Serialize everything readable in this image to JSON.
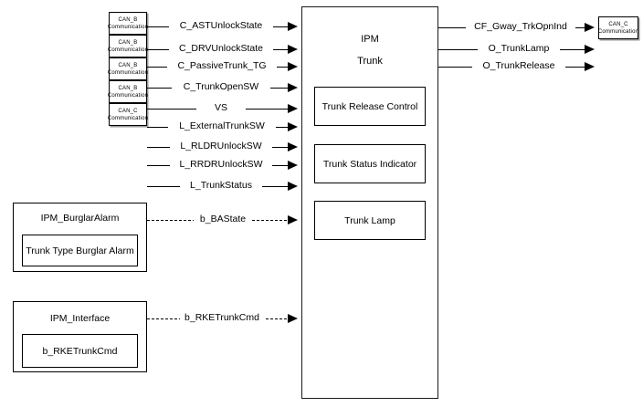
{
  "diagram": {
    "title": "IPM Trunk block diagram",
    "ipm": {
      "name": "IPM",
      "subtitle": "Trunk",
      "sub_blocks": [
        {
          "label": "Trunk Release Control"
        },
        {
          "label": "Trunk Status Indicator"
        },
        {
          "label": "Trunk Lamp"
        }
      ]
    },
    "left_sources": [
      {
        "line1": "CAN_B",
        "line2": "Communication"
      },
      {
        "line1": "CAN_B",
        "line2": "Communication"
      },
      {
        "line1": "CAN_B",
        "line2": "Communication"
      },
      {
        "line1": "CAN_B",
        "line2": "Communication"
      },
      {
        "line1": "CAN_C",
        "line2": "Communication"
      }
    ],
    "right_sink": {
      "line1": "CAN_C",
      "line2": "Communication"
    },
    "inputs": [
      {
        "label": "C_ASTUnlockState",
        "style": "solid",
        "from": "can"
      },
      {
        "label": "C_DRVUnlockState",
        "style": "solid",
        "from": "can"
      },
      {
        "label": "C_PassiveTrunk_TG",
        "style": "solid",
        "from": "can"
      },
      {
        "label": "C_TrunkOpenSW",
        "style": "solid",
        "from": "can"
      },
      {
        "label": "VS",
        "style": "solid",
        "from": "can"
      },
      {
        "label": "L_ExternalTrunkSW",
        "style": "solid",
        "from": "free"
      },
      {
        "label": "L_RLDRUnlockSW",
        "style": "solid",
        "from": "free"
      },
      {
        "label": "L_RRDRUnlockSW",
        "style": "solid",
        "from": "free"
      },
      {
        "label": "L_TrunkStatus",
        "style": "solid",
        "from": "free"
      },
      {
        "label": "b_BAState",
        "style": "dashed",
        "from": "burglar-alarm"
      },
      {
        "label": "b_RKETrunkCmd",
        "style": "dashed",
        "from": "interface"
      }
    ],
    "outputs": [
      {
        "label": "CF_Gway_TrkOpnInd",
        "to": "can-c"
      },
      {
        "label": "O_TrunkLamp",
        "to": "open"
      },
      {
        "label": "O_TrunkRelease",
        "to": "open"
      }
    ],
    "left_groups": [
      {
        "title": "IPM_BurglarAlarm",
        "inner": "Trunk Type Burglar Alarm"
      },
      {
        "title": "IPM_Interface",
        "inner": "b_RKETrunkCmd"
      }
    ],
    "colors": {
      "stroke": "#000000",
      "shadow": "#9a9a9a",
      "background": "#ffffff"
    }
  }
}
